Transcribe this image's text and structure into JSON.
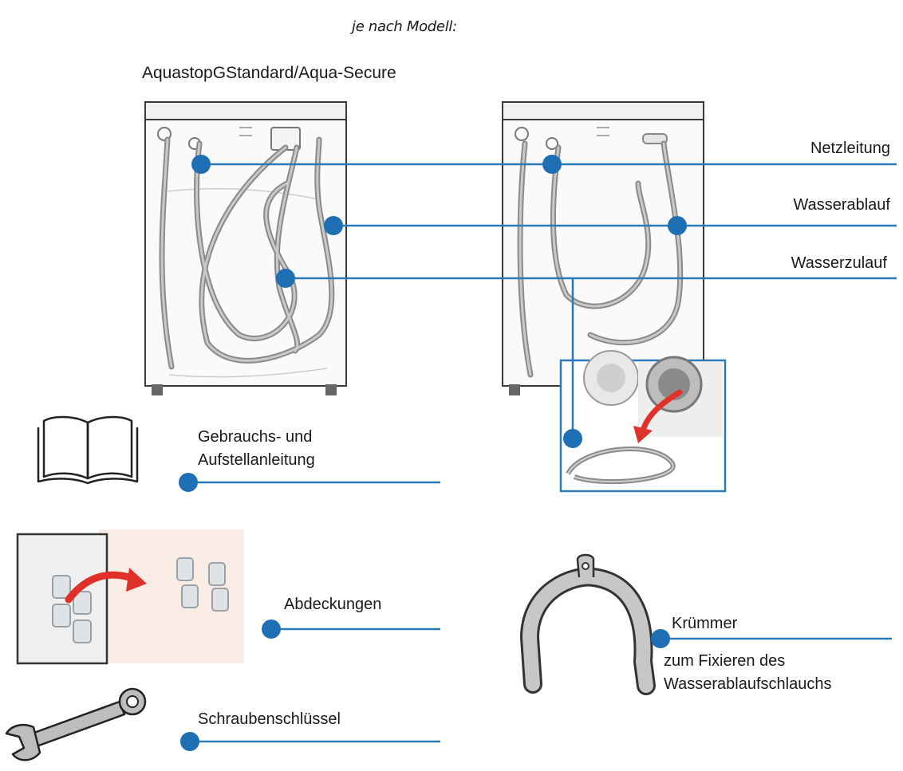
{
  "header": {
    "model_note": "je nach Modell:",
    "variant_title": "AquastopGStandard/Aqua-Secure"
  },
  "callouts": {
    "netzleitung": "Netzleitung",
    "wasserablauf": "Wasserablauf",
    "wasserzulauf": "Wasserzulauf"
  },
  "accessories": {
    "manual_line1": "Gebrauchs- und",
    "manual_line2": "Aufstellanleitung",
    "covers": "Abdeckungen",
    "wrench": "Schraubenschlüssel",
    "elbow": "Krümmer",
    "elbow_desc_line1": "zum Fixieren des",
    "elbow_desc_line2": "Wasserablaufschlauchs"
  },
  "colors": {
    "accent": "#1f6fb5",
    "line": "#2a7ab8",
    "arrow": "#e0302a",
    "outline": "#3a3a3a",
    "hose": "#8a8a8a"
  }
}
